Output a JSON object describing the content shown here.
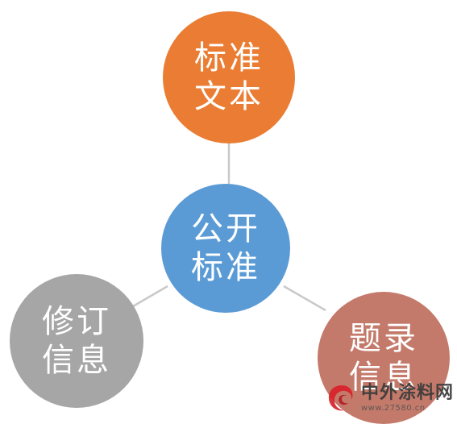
{
  "colors": {
    "top": "#ea7d33",
    "center": "#5b9bd5",
    "left": "#a6a6a6",
    "right": "#c47a6a",
    "connector": "#c9c9c9"
  },
  "nodes": {
    "top": {
      "line1": "标准",
      "line2": "文本"
    },
    "center": {
      "line1": "公开",
      "line2": "标准"
    },
    "left": {
      "line1": "修订",
      "line2": "信息"
    },
    "right": {
      "line1": "题录",
      "line2": "信息"
    }
  },
  "watermark": {
    "name": "中外涂料网",
    "url": "www.27580.cn",
    "icon": "swirl-logo-icon"
  }
}
